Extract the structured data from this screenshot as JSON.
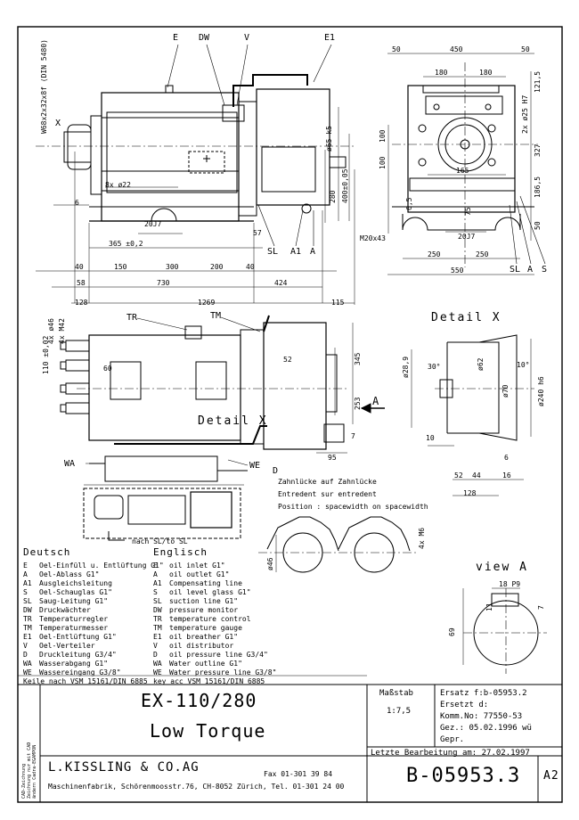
{
  "callouts": {
    "top": [
      "E",
      "DW",
      "V",
      "E1"
    ],
    "side": "X",
    "bottom": [
      "SL",
      "A1",
      "A"
    ],
    "end_view": [
      "SL",
      "A",
      "S"
    ],
    "middle_left": "TR",
    "middle_tm": "TM",
    "wa": "WA",
    "we": "WE",
    "d": "D",
    "arrow_a": "A"
  },
  "dims_top_view": [
    "E",
    "DW"
  ],
  "dims": {
    "d1": "50",
    "d2": "450",
    "d3": "50",
    "d4": "180",
    "d5": "180",
    "d6": "121,5",
    "d7": "2x ø25 H7",
    "d8": "327",
    "d9": "100",
    "d10": "100",
    "d11": "ø65 k5",
    "d12": "400±0,05",
    "d13": "280",
    "d14": "165",
    "d15": "186,5",
    "d16": "6,5",
    "d17": "75",
    "d18": "50",
    "d19": "20J7",
    "d20": "250",
    "d21": "250",
    "d22": "550",
    "d23": "M20x43",
    "d24": "8x ø22",
    "d25": "6",
    "d26": "20J7",
    "d27": "57",
    "d28": "365 ±0,2",
    "d29": "40",
    "d30": "150",
    "d31": "300",
    "d32": "200",
    "d33": "40",
    "d34": "58",
    "d35": "730",
    "d36": "424",
    "d37": "128",
    "d38": "1269",
    "d39": "115",
    "d40": "W68x2x32x8f (DIN 5480)",
    "d41": "4x ø46",
    "d42": "4x M42",
    "d43": "110 ±0,02",
    "d44": "60",
    "d45": "52",
    "d46": "345",
    "d47": "253",
    "d48": "7",
    "d49": "95",
    "d50": "ø28,9",
    "d51": "30°",
    "d52": "ø62",
    "d53": "10°",
    "d54": "ø70",
    "d55": "ø240 h6",
    "d56": "10",
    "d57": "6",
    "d58": "52",
    "d59": "44",
    "d60": "16",
    "d61": "128",
    "d62": "ø46",
    "d63": "4x M6",
    "d64": "18 P9",
    "d65": "11",
    "d66": "7",
    "d67": "69"
  },
  "detail_x_title": "Detail X",
  "detail_x_label": "Detail X",
  "view_a_title": "view A",
  "mach_note": "nach SL/to SL",
  "zahn": [
    "Zahnlücke auf Zahnlücke",
    "Entredent sur entredent",
    "Position : spacewidth on spacewidth"
  ],
  "legend": {
    "de_title": "Deutsch",
    "en_title": "Englisch",
    "rows": [
      [
        "E",
        "Oel-Einfüll u. Entlüftung G1\"",
        "E",
        "oil inlet G1\""
      ],
      [
        "A",
        "Oel-Ablass G1\"",
        "A",
        "oil outlet G1\""
      ],
      [
        "A1",
        "Ausgleichsleitung",
        "A1",
        "Compensating line"
      ],
      [
        "S",
        "Oel-Schauglas G1\"",
        "S",
        "oil level glass G1\""
      ],
      [
        "SL",
        "Saug-Leitung G1\"",
        "SL",
        "suction line G1\""
      ],
      [
        "DW",
        "Druckwächter",
        "DW",
        "pressure monitor"
      ],
      [
        "TR",
        "Temperaturregler",
        "TR",
        "temperature control"
      ],
      [
        "TM",
        "Temperaturmesser",
        "TM",
        "temperature gauge"
      ],
      [
        "E1",
        "Oel-Entlüftung G1\"",
        "E1",
        "oil breather G1\""
      ],
      [
        "V",
        "Oel-Verteiler",
        "V",
        "oil distributor"
      ],
      [
        "D",
        "Druckleitung G3/4\"",
        "D",
        "oil pressure line G3/4\""
      ],
      [
        "WA",
        "Wasserabgang G1\"",
        "WA",
        "Water outline G1\""
      ],
      [
        "WE",
        "Wassereingang G3/8\"",
        "WE",
        "Water pressure line G3/8\""
      ]
    ],
    "key_de": "Keile nach VSM 15161/DIN 6885",
    "key_en": "key acc VSM 15161/DIN 6885"
  },
  "title_block": {
    "title1": "EX-110/280",
    "title2": "Low Torque",
    "massstab_label": "Maßstab",
    "massstab_value": "1:7,5",
    "ersatz": "Ersatz  f:b-05953.2",
    "ersetzt": "Ersetzt d:",
    "komm": "Komm.No:   77550-53",
    "gez": "Gez.: 05.02.1996    wü",
    "gepr": "Gepr.",
    "letzte": "Letzte Bearbeitung am:  27.02.1997",
    "company": "L.KISSLING & CO.AG",
    "fax": "Fax  01-301 39 84",
    "address": "Maschinenfabrik, Schörenmoosstr.76, CH-8052 Zürich, Tel. 01-301 24 00",
    "drawing_no": "B-05953.3",
    "sheet": "A2",
    "cad_note": "CAD-Zeichnung\nZeichnung nur mit CAD\nändern Cadra-EGAMPON"
  }
}
